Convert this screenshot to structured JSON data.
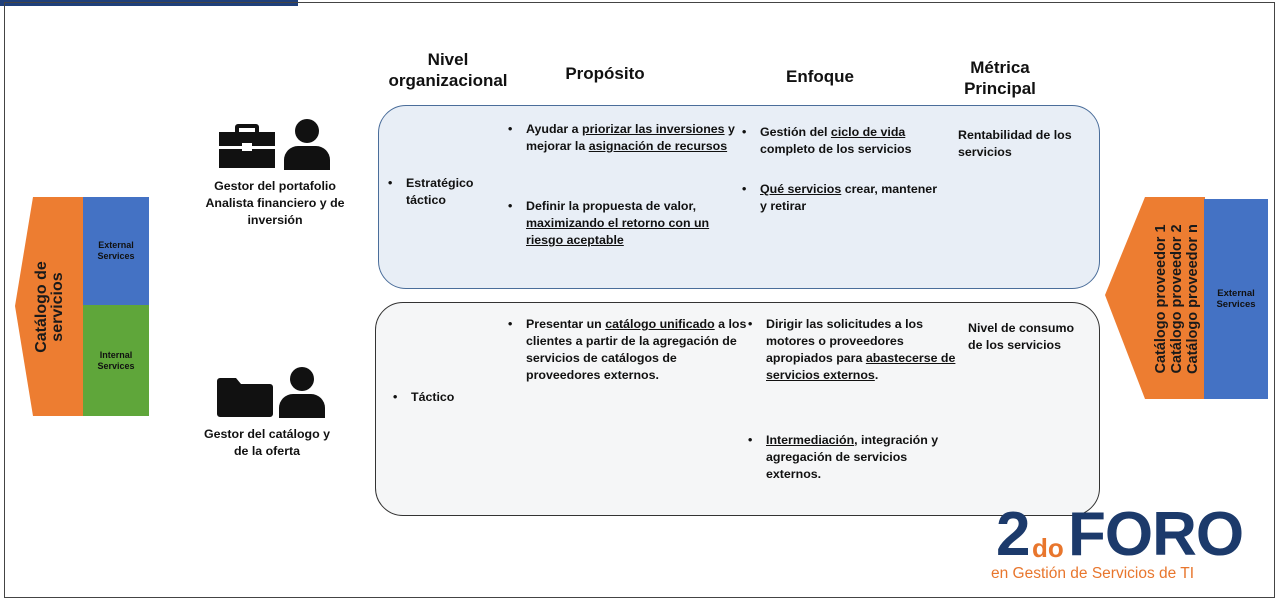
{
  "headers": {
    "nivel": "Nivel organizacional",
    "proposito": "Propósito",
    "enfoque": "Enfoque",
    "metrica": "Métrica Principal"
  },
  "row1": {
    "role": "Gestor del portafolio Analista financiero y de inversión",
    "nivel": "Estratégico táctico",
    "proposito": [
      [
        "Ayudar a ",
        "priorizar las inversiones",
        " y mejorar la ",
        "asignación de recursos",
        ""
      ],
      [
        "Definir la propuesta de valor, ",
        "maximizando el retorno con un riesgo aceptable",
        ""
      ]
    ],
    "enfoque": [
      [
        "Gestión del ",
        "ciclo de vida",
        " completo de los servicios"
      ],
      [
        "",
        "Qué servicios",
        " crear, mantener y retirar"
      ]
    ],
    "metrica": "Rentabilidad de los servicios"
  },
  "row2": {
    "role": "Gestor del catálogo y de la oferta",
    "nivel": "Táctico",
    "proposito": [
      [
        "Presentar un ",
        "catálogo unificado",
        " a los clientes a partir de la agregación de servicios de catálogos de proveedores externos."
      ]
    ],
    "enfoque": [
      [
        "Dirigir las solicitudes a los motores o proveedores apropiados para ",
        "abastecerse de servicios externos",
        "."
      ],
      [
        "",
        "Intermediación",
        ", integración y agregación de servicios externos."
      ]
    ],
    "metrica": "Nivel de consumo de los servicios"
  },
  "left": {
    "catalog": "Catálogo de servicios",
    "external": "External Services",
    "internal": "Internal Services"
  },
  "right": {
    "catalogs": [
      "Catálogo proveedor 1",
      "Catálogo proveedor 2",
      "Catálogo proveedor n"
    ],
    "external": "External Services"
  },
  "logo": {
    "num": "2",
    "suffix": "do",
    "word": "FORO",
    "tagline": "en Gestión de Servicios de TI"
  },
  "colors": {
    "orange": "#ed7d31",
    "blue": "#4472c4",
    "green": "#5fa63a",
    "logo_blue": "#1c3a6b",
    "logo_orange": "#e8762d"
  }
}
